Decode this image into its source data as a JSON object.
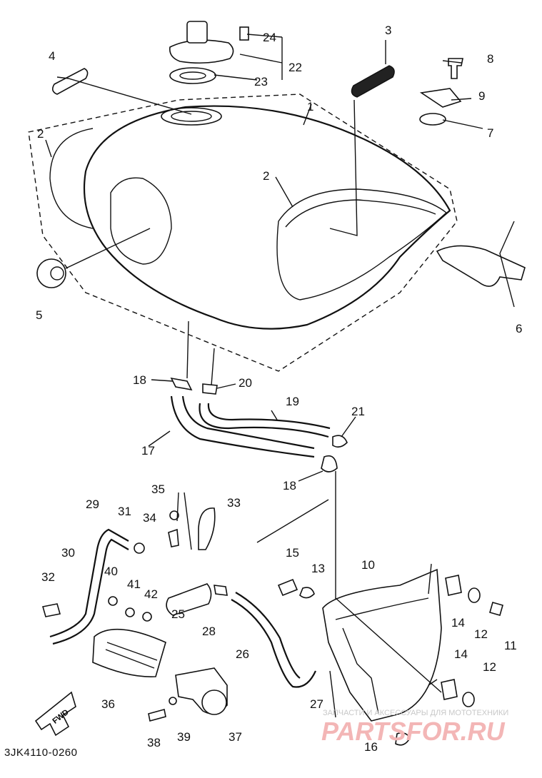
{
  "diagram": {
    "code": "3JK4110-0260",
    "fwd_label": "FWD",
    "callouts": [
      {
        "n": "1"
      },
      {
        "n": "2"
      },
      {
        "n": "2"
      },
      {
        "n": "3"
      },
      {
        "n": "4"
      },
      {
        "n": "5"
      },
      {
        "n": "6"
      },
      {
        "n": "7"
      },
      {
        "n": "8"
      },
      {
        "n": "9"
      },
      {
        "n": "10"
      },
      {
        "n": "11"
      },
      {
        "n": "12"
      },
      {
        "n": "12"
      },
      {
        "n": "13"
      },
      {
        "n": "14"
      },
      {
        "n": "14"
      },
      {
        "n": "15"
      },
      {
        "n": "16"
      },
      {
        "n": "17"
      },
      {
        "n": "18"
      },
      {
        "n": "18"
      },
      {
        "n": "19"
      },
      {
        "n": "20"
      },
      {
        "n": "21"
      },
      {
        "n": "22"
      },
      {
        "n": "23"
      },
      {
        "n": "24"
      },
      {
        "n": "25"
      },
      {
        "n": "26"
      },
      {
        "n": "27"
      },
      {
        "n": "28"
      },
      {
        "n": "29"
      },
      {
        "n": "30"
      },
      {
        "n": "31"
      },
      {
        "n": "32"
      },
      {
        "n": "33"
      },
      {
        "n": "34"
      },
      {
        "n": "35"
      },
      {
        "n": "36"
      },
      {
        "n": "37"
      },
      {
        "n": "38"
      },
      {
        "n": "39"
      },
      {
        "n": "40"
      },
      {
        "n": "41"
      },
      {
        "n": "42"
      }
    ]
  },
  "watermark": {
    "tagline": "ЗАПЧАСТИ И АКСЕССУАРЫ ДЛЯ МОТОТЕХНИКИ",
    "brand": "PARTSFOR.RU"
  }
}
